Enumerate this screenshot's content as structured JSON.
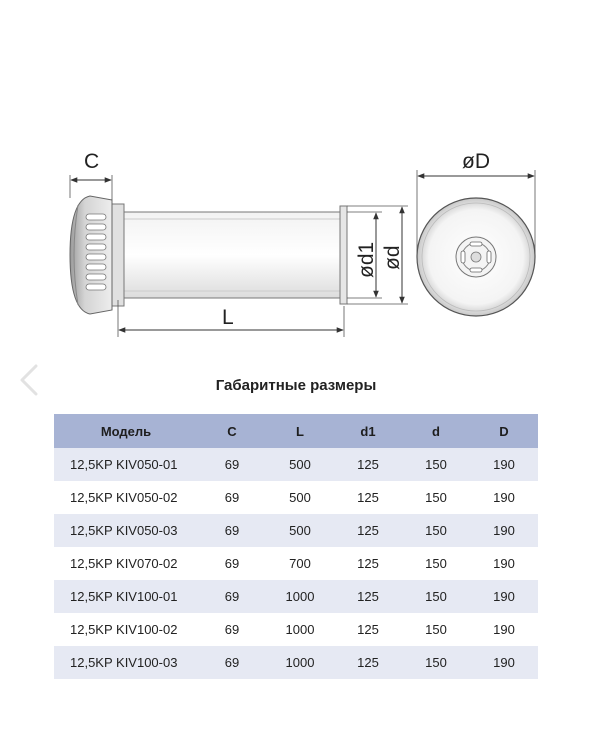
{
  "drawing": {
    "labels": {
      "c": "C",
      "l": "L",
      "d1": "ød1",
      "d": "ød",
      "D": "øD"
    }
  },
  "table": {
    "title": "Габаритные размеры",
    "headers": [
      "Модель",
      "C",
      "L",
      "d1",
      "d",
      "D"
    ],
    "rows": [
      [
        "12,5KP KIV050-01",
        "69",
        "500",
        "125",
        "150",
        "190"
      ],
      [
        "12,5KP KIV050-02",
        "69",
        "500",
        "125",
        "150",
        "190"
      ],
      [
        "12,5KP KIV050-03",
        "69",
        "500",
        "125",
        "150",
        "190"
      ],
      [
        "12,5KP KIV070-02",
        "69",
        "700",
        "125",
        "150",
        "190"
      ],
      [
        "12,5KP KIV100-01",
        "69",
        "1000",
        "125",
        "150",
        "190"
      ],
      [
        "12,5KP KIV100-02",
        "69",
        "1000",
        "125",
        "150",
        "190"
      ],
      [
        "12,5KP KIV100-03",
        "69",
        "1000",
        "125",
        "150",
        "190"
      ]
    ]
  },
  "icons": {
    "back": "chevron-left-icon"
  }
}
